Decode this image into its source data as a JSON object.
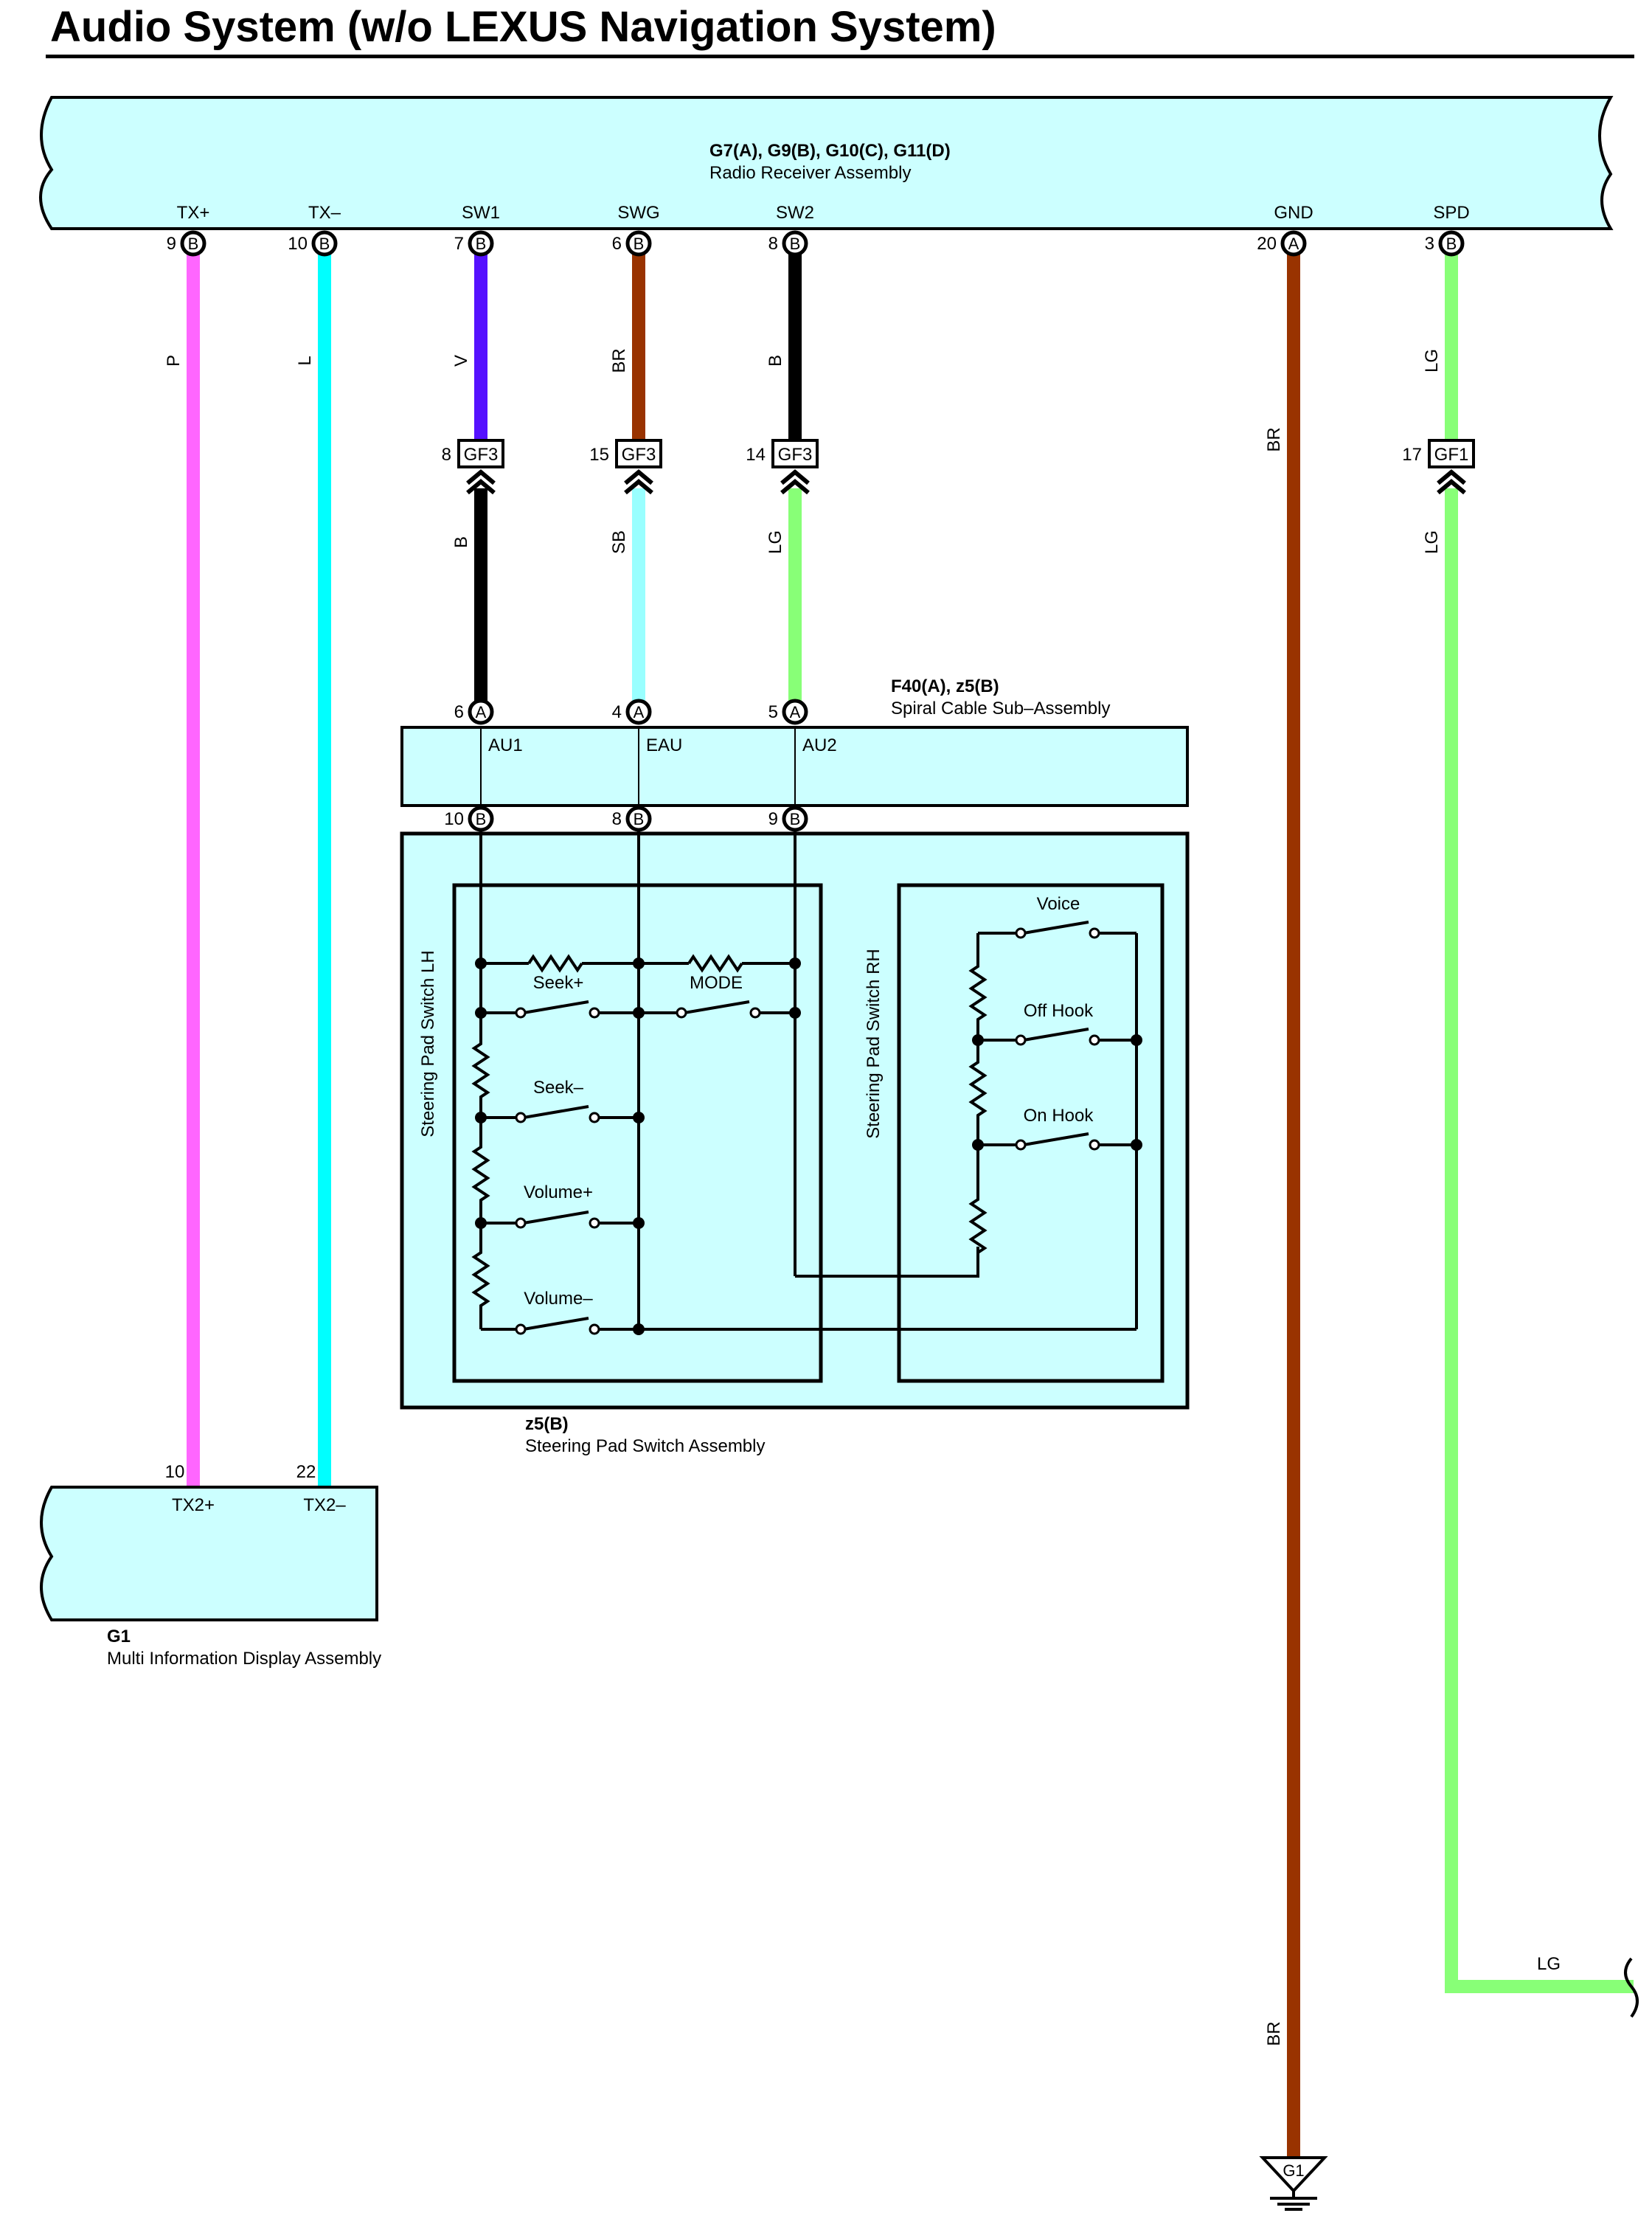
{
  "title": "Audio System (w/o LEXUS Navigation System)",
  "colors": {
    "box_fill": "#ccffff",
    "pink": "#ff66ff",
    "cyan": "#00ffff",
    "violet": "#5511ff",
    "brown": "#993300",
    "black": "#000000",
    "light_blue": "#99ffff",
    "light_green": "#88ff77"
  },
  "radio": {
    "codes": "G7(A), G9(B), G10(C), G11(D)",
    "name": "Radio Receiver Assembly",
    "pins": [
      {
        "name": "TX+",
        "num": "9",
        "conn": "B"
      },
      {
        "name": "TX–",
        "num": "10",
        "conn": "B"
      },
      {
        "name": "SW1",
        "num": "7",
        "conn": "B"
      },
      {
        "name": "SWG",
        "num": "6",
        "conn": "B"
      },
      {
        "name": "SW2",
        "num": "8",
        "conn": "B"
      },
      {
        "name": "GND",
        "num": "20",
        "conn": "A"
      },
      {
        "name": "SPD",
        "num": "3",
        "conn": "B"
      }
    ]
  },
  "wires": {
    "txp": "P",
    "txm": "L",
    "sw1_upper": "V",
    "swg_upper": "BR",
    "sw2_upper": "B",
    "gnd": "BR",
    "spd_upper": "LG",
    "sw1_lower": "B",
    "swg_lower": "SB",
    "sw2_lower": "LG",
    "spd_lower": "LG",
    "spd_out": "LG",
    "gnd_lower": "BR"
  },
  "connectors": [
    {
      "pin": "8",
      "name": "GF3"
    },
    {
      "pin": "15",
      "name": "GF3"
    },
    {
      "pin": "14",
      "name": "GF3"
    },
    {
      "pin": "17",
      "name": "GF1"
    }
  ],
  "spiral": {
    "codes": "F40(A), z5(B)",
    "name": "Spiral Cable Sub–Assembly",
    "top_pins": [
      {
        "num": "6",
        "conn": "A",
        "label": "AU1"
      },
      {
        "num": "4",
        "conn": "A",
        "label": "EAU"
      },
      {
        "num": "5",
        "conn": "A",
        "label": "AU2"
      }
    ],
    "bottom_pins": [
      {
        "num": "10",
        "conn": "B"
      },
      {
        "num": "8",
        "conn": "B"
      },
      {
        "num": "9",
        "conn": "B"
      }
    ]
  },
  "steering": {
    "code": "z5(B)",
    "name": "Steering Pad Switch Assembly",
    "lh_label": "Steering Pad Switch LH",
    "rh_label": "Steering Pad Switch RH",
    "lh_switches": [
      "Seek+",
      "MODE",
      "Seek–",
      "Volume+",
      "Volume–"
    ],
    "rh_switches": [
      "Voice",
      "Off Hook",
      "On Hook"
    ]
  },
  "mid": {
    "code": "G1",
    "name": "Multi Information Display Assembly",
    "pins": [
      {
        "num": "10",
        "label": "TX2+"
      },
      {
        "num": "22",
        "label": "TX2–"
      }
    ]
  },
  "ground": "G1"
}
